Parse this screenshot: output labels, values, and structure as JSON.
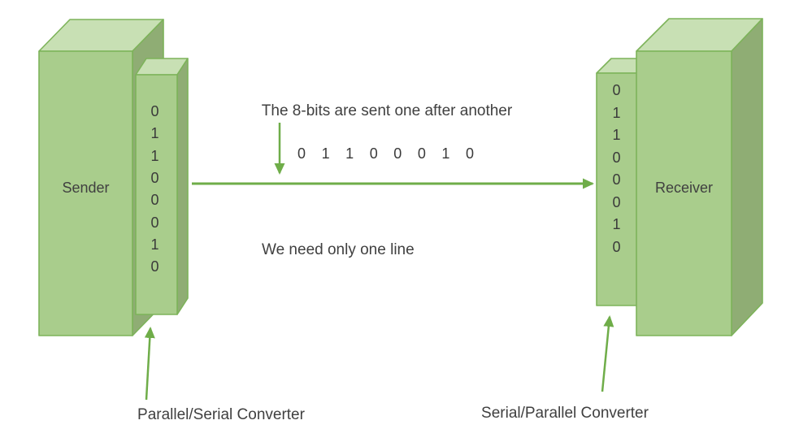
{
  "diagram": {
    "sender": {
      "label": "Sender"
    },
    "receiver": {
      "label": "Receiver"
    },
    "sender_converter": {
      "label": "Parallel/Serial Converter",
      "bits": [
        "0",
        "1",
        "1",
        "0",
        "0",
        "0",
        "1",
        "0"
      ]
    },
    "receiver_converter": {
      "label": "Serial/Parallel Converter",
      "bits": [
        "0",
        "1",
        "1",
        "0",
        "0",
        "0",
        "1",
        "0"
      ]
    },
    "annotations": {
      "top_note": "The 8-bits are sent one after another",
      "serial_bits": [
        "0",
        "1",
        "1",
        "0",
        "0",
        "0",
        "1",
        "0"
      ],
      "bottom_note": "We need only one line"
    },
    "colors": {
      "box_front": "#a9cd8c",
      "box_top": "#c8e0b4",
      "box_side": "#8fad74",
      "box_outline": "#7db35a",
      "arrow": "#6fad49",
      "text": "#404040",
      "background": "#ffffff"
    }
  }
}
